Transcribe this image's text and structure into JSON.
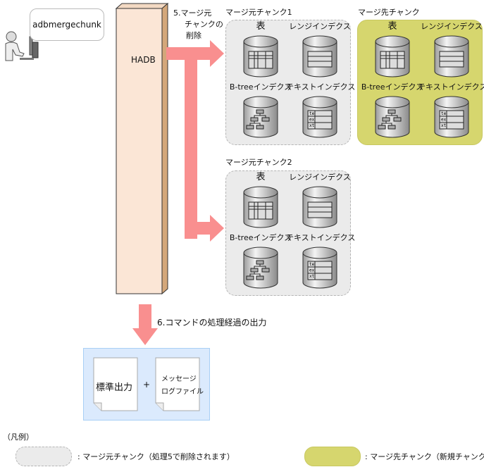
{
  "command": {
    "name": "adbmergechunk"
  },
  "hadb": {
    "label": "HADB"
  },
  "step5": {
    "line1": "5.マージ元",
    "line2": "チャンクの",
    "line3": "削除"
  },
  "step6": {
    "label": "6.コマンドの処理経過の出力"
  },
  "source_chunk_1": {
    "title": "マージ元チャンク1",
    "items": [
      "表",
      "レンジインデクス",
      "B-treeインデクス",
      "テキストインデクス"
    ]
  },
  "source_chunk_2": {
    "title": "マージ元チャンク2",
    "items": [
      "表",
      "レンジインデクス",
      "B-treeインデクス",
      "テキストインデクス"
    ]
  },
  "dest_chunk": {
    "title": "マージ先チャンク",
    "items": [
      "表",
      "レンジインデクス",
      "B-treeインデクス",
      "テキストインデクス"
    ]
  },
  "text_index_cells": [
    "te",
    "ex",
    "xt"
  ],
  "output": {
    "stdout": "標準出力",
    "plus": "+",
    "log_line1": "メッセージ",
    "log_line2": "ログファイル"
  },
  "legend": {
    "title": "（凡例）",
    "source": ": マージ元チャンク（処理5で削除されます）",
    "dest": ": マージ先チャンク（新規チャンク）"
  },
  "colors": {
    "arrow": "#f98f8f",
    "source_chunk": "#ebebeb",
    "dest_chunk": "#d6d66e",
    "hadb": "#fbe6d6",
    "output_box": "#dbeafd"
  }
}
